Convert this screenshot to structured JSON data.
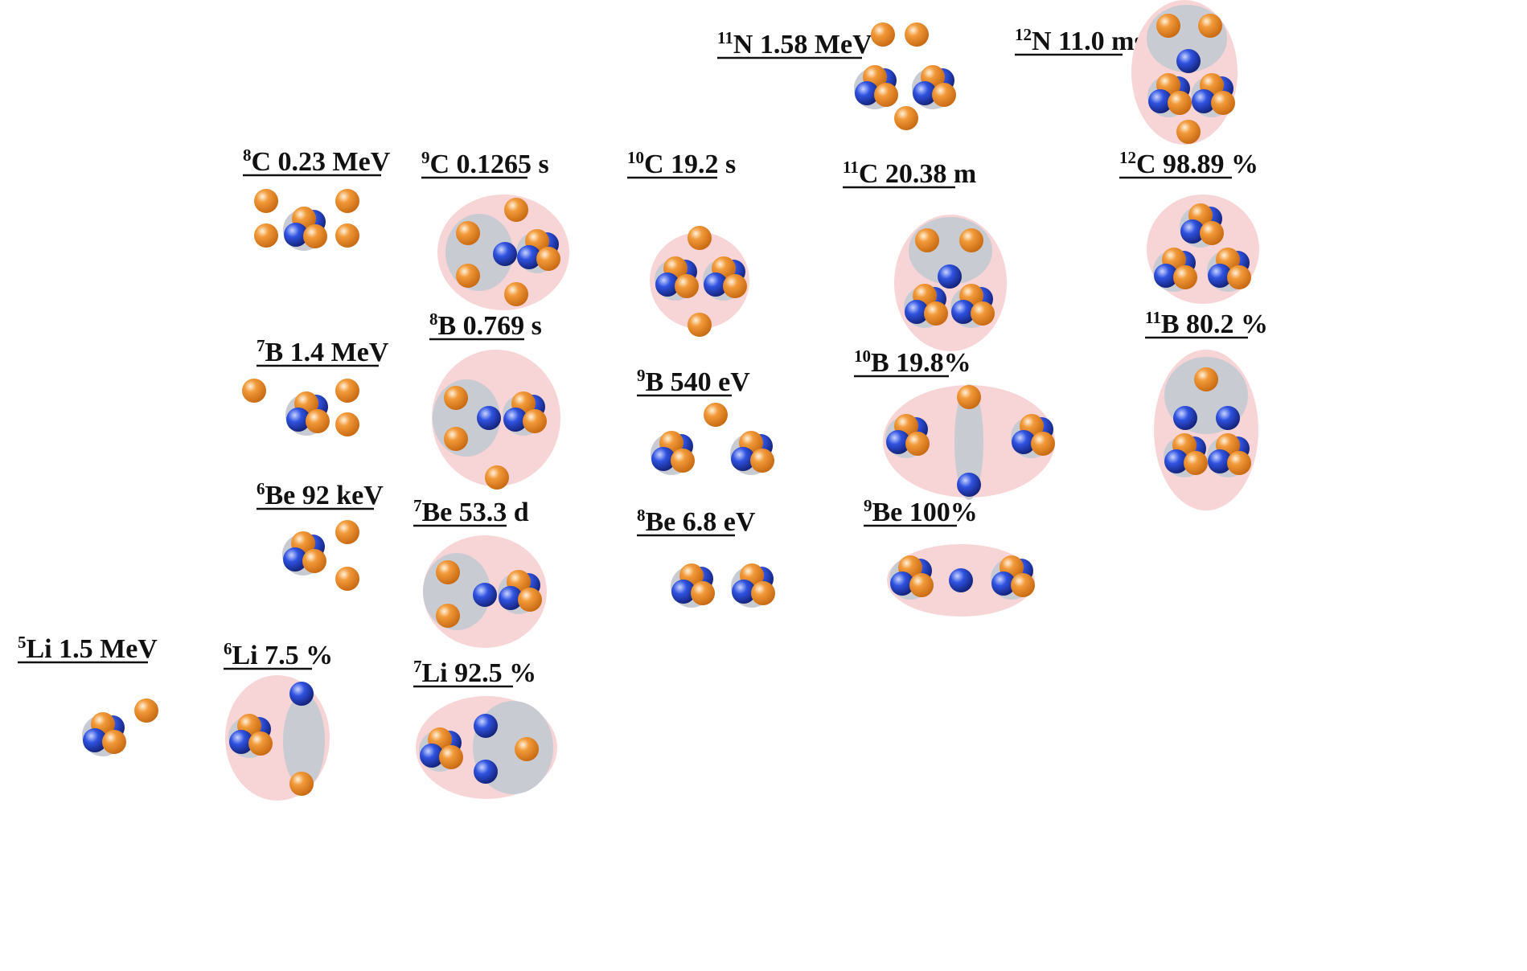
{
  "colors": {
    "proton": "#f29a3a",
    "neutron": "#2f52e0",
    "cluster_shade": "#c9cbd3",
    "envelope": "#f7d4d6",
    "text": "#111111"
  },
  "nuclides": [
    {
      "id": "li5",
      "mass": "5",
      "rest": "Li 1.5 MeV"
    },
    {
      "id": "li6",
      "mass": "6",
      "rest": "Li 7.5 %"
    },
    {
      "id": "li7",
      "mass": "7",
      "rest": "Li 92.5 %"
    },
    {
      "id": "be6",
      "mass": "6",
      "rest": "Be 92 keV"
    },
    {
      "id": "be7",
      "mass": "7",
      "rest": "Be 53.3 d"
    },
    {
      "id": "be8",
      "mass": "8",
      "rest": "Be 6.8 eV"
    },
    {
      "id": "be9",
      "mass": "9",
      "rest": "Be 100%"
    },
    {
      "id": "b7",
      "mass": "7",
      "rest": "B 1.4 MeV"
    },
    {
      "id": "b8",
      "mass": "8",
      "rest": "B 0.769 s"
    },
    {
      "id": "b9",
      "mass": "9",
      "rest": "B 540 eV"
    },
    {
      "id": "b10",
      "mass": "10",
      "rest": "B 19.8%"
    },
    {
      "id": "b11",
      "mass": "11",
      "rest": "B 80.2 %"
    },
    {
      "id": "c8",
      "mass": "8",
      "rest": "C 0.23 MeV"
    },
    {
      "id": "c9",
      "mass": "9",
      "rest": "C 0.1265 s"
    },
    {
      "id": "c10",
      "mass": "10",
      "rest": "C 19.2 s"
    },
    {
      "id": "c11",
      "mass": "11",
      "rest": "C 20.38 m"
    },
    {
      "id": "c12",
      "mass": "12",
      "rest": "C 98.89 %"
    },
    {
      "id": "n11",
      "mass": "11",
      "rest": "N 1.58 MeV"
    },
    {
      "id": "n12",
      "mass": "12",
      "rest": "N 11.0 ms"
    }
  ]
}
